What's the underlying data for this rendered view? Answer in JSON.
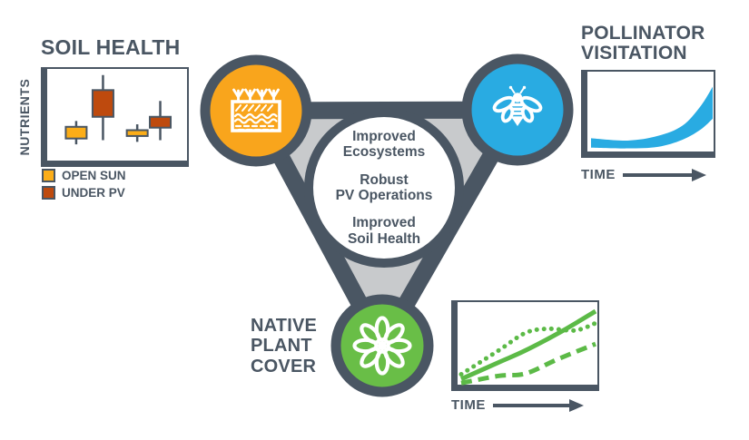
{
  "palette": {
    "dark": "#4A5663",
    "light_gray": "#C8CACC",
    "orange": "#F9A51C",
    "blue": "#29ABE2",
    "green": "#69BE47",
    "line_green": "#5CBA47",
    "open_sun": "#FBAD18",
    "under_pv": "#BE4A0E",
    "white": "#FFFFFF"
  },
  "icons": {
    "soil_node": "soil-layers-icon",
    "pollinator_node": "bee-icon",
    "native_node": "flower-icon"
  },
  "center": {
    "items": [
      "Improved\nEcosystems",
      "Robust\nPV Operations",
      "Improved\nSoil Health"
    ]
  },
  "soil_panel": {
    "title": "SOIL HEALTH",
    "ylabel": "NUTRIENTS",
    "legend": [
      {
        "label": "OPEN SUN"
      },
      {
        "label": "UNDER PV"
      }
    ]
  },
  "pollinator_panel": {
    "title": "POLLINATOR\nVISITATION",
    "xlabel": "TIME"
  },
  "native_panel": {
    "title": "NATIVE\nPLANT\nCOVER",
    "xlabel": "TIME"
  },
  "chart_data": [
    {
      "id": "soil-health-boxplot",
      "type": "boxplot",
      "title": "SOIL HEALTH",
      "ylabel": "NUTRIENTS",
      "xlabel": "",
      "ylim": [
        0,
        100
      ],
      "grid": false,
      "legend_entries": [
        "OPEN SUN",
        "UNDER PV"
      ],
      "groups": [
        {
          "series": "OPEN SUN",
          "x": 0.18,
          "whisker": [
            14,
            42
          ],
          "box": [
            21,
            35
          ]
        },
        {
          "series": "UNDER PV",
          "x": 0.385,
          "whisker": [
            19,
            97
          ],
          "box": [
            47,
            79
          ]
        },
        {
          "series": "OPEN SUN",
          "x": 0.647,
          "whisker": [
            17,
            38
          ],
          "box": [
            24,
            31
          ]
        },
        {
          "series": "UNDER PV",
          "x": 0.823,
          "whisker": [
            19,
            66
          ],
          "box": [
            34,
            47
          ]
        }
      ]
    },
    {
      "id": "pollinator-visitation-curve",
      "type": "area",
      "title": "POLLINATOR VISITATION",
      "xlabel": "TIME",
      "trend": "exponential-increase",
      "xlim": [
        0,
        100
      ],
      "ylim": [
        0,
        100
      ],
      "band": {
        "lower": [
          [
            0,
            5
          ],
          [
            30,
            4
          ],
          [
            55,
            6
          ],
          [
            75,
            15
          ],
          [
            90,
            28
          ],
          [
            100,
            42
          ]
        ],
        "upper": [
          [
            0,
            17
          ],
          [
            30,
            14
          ],
          [
            55,
            20
          ],
          [
            75,
            33
          ],
          [
            90,
            58
          ],
          [
            100,
            83
          ]
        ]
      }
    },
    {
      "id": "native-plant-cover-lines",
      "type": "line",
      "title": "NATIVE PLANT COVER",
      "xlabel": "TIME",
      "xlim": [
        0,
        100
      ],
      "ylim": [
        0,
        100
      ],
      "series": [
        {
          "name": "dotted",
          "style": "dotted",
          "points": [
            [
              0,
              13
            ],
            [
              28,
              43
            ],
            [
              48,
              65
            ],
            [
              65,
              70
            ],
            [
              85,
              68
            ],
            [
              100,
              77
            ]
          ]
        },
        {
          "name": "solid",
          "style": "solid",
          "points": [
            [
              0,
              7
            ],
            [
              28,
              28
            ],
            [
              48,
              43
            ],
            [
              75,
              67
            ],
            [
              100,
              92
            ]
          ]
        },
        {
          "name": "dashed",
          "style": "dashed",
          "points": [
            [
              0,
              2
            ],
            [
              28,
              11
            ],
            [
              48,
              14
            ],
            [
              72,
              32
            ],
            [
              100,
              51
            ]
          ]
        }
      ]
    }
  ]
}
